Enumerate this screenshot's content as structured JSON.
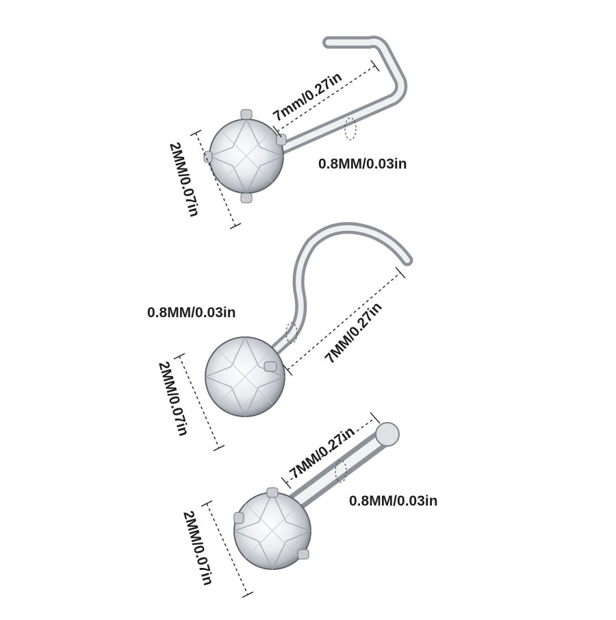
{
  "colors": {
    "background": "#ffffff",
    "metal_light": "#f4f5f7",
    "metal_mid": "#c9ccd1",
    "metal_dark": "#8a8e95",
    "dimension_ink": "#333333",
    "label_ink": "#1e1e1e"
  },
  "items": [
    {
      "style": "L-shaped nose stud",
      "gem_label": "2MM/0.07in",
      "length_label": "7mm/0.27in",
      "gauge_label": "0.8MM/0.03in"
    },
    {
      "style": "screw (twist) nose stud",
      "gem_label": "2MM/0.07in",
      "length_label": "7MM/0.27in",
      "gauge_label": "0.8MM/0.03in"
    },
    {
      "style": "straight bone nose stud",
      "gem_label": "2MM/0.07in",
      "length_label": "7MM/0.27in",
      "gauge_label": "0.8MM/0.03in"
    }
  ]
}
